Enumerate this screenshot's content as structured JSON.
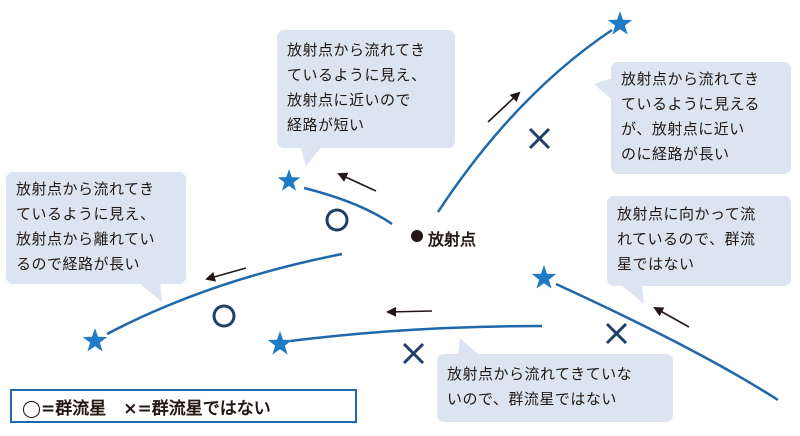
{
  "radiant": {
    "label": "放射点"
  },
  "callouts": {
    "upper_left": "放射点から流れてき\nているように見え、\n放射点に近いので\n経路が短い",
    "upper_right": "放射点から流れてき\nているように見える\nが、放射点に近い\nのに経路が長い",
    "left": "放射点から流れてき\nているように見え、\n放射点から離れてい\nるので経路が長い",
    "right": "放射点に向かって流\nれているので、群流\n星ではない",
    "bottom": "放射点から流れてきていな\nいので、群流星ではない"
  },
  "legend": {
    "text": "◯=群流星　×=群流星ではない"
  },
  "colors": {
    "meteor": "#1f68ab",
    "star": "#1f7cc4",
    "callout_bg": "#dbe4f0",
    "mark": "#1f3e6a",
    "text": "#231815"
  },
  "meteors": [
    {
      "id": "short-near",
      "mark": "circle"
    },
    {
      "id": "long-upper",
      "mark": "cross"
    },
    {
      "id": "long-left",
      "mark": "circle"
    },
    {
      "id": "horizontal-bottom",
      "mark": "cross"
    },
    {
      "id": "toward-radiant",
      "mark": "cross"
    }
  ]
}
